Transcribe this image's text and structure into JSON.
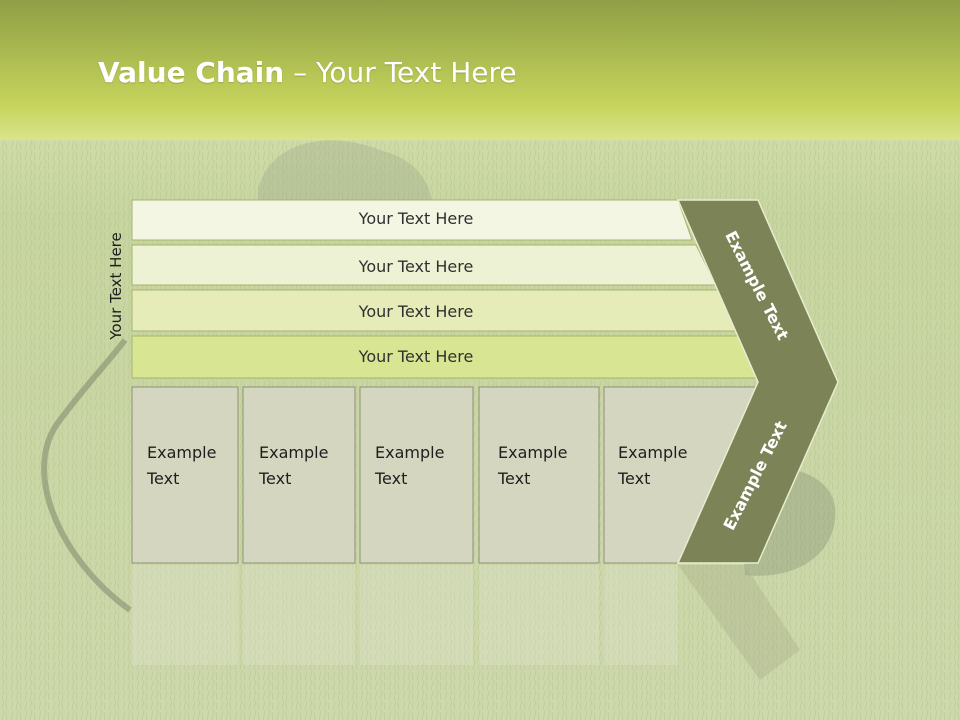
{
  "slide": {
    "title_bold": "Value Chain",
    "title_rest": " – Your Text Here",
    "side_label": "Your Text Here"
  },
  "bars": [
    {
      "label": "Your Text Here"
    },
    {
      "label": "Your Text Here"
    },
    {
      "label": "Your Text Here"
    },
    {
      "label": "Your Text Here"
    }
  ],
  "boxes": [
    {
      "line1": "Example",
      "line2": "Text"
    },
    {
      "line1": "Example",
      "line2": "Text"
    },
    {
      "line1": "Example",
      "line2": "Text"
    },
    {
      "line1": "Example",
      "line2": "Text"
    },
    {
      "line1": "Example",
      "line2": "Text"
    }
  ],
  "chevron": {
    "upper_label": "Example Text",
    "lower_label": "Example Text"
  },
  "colors": {
    "header_top": "#8fa043",
    "header_bottom": "#cfdc6a",
    "grass": "#c9d6a0",
    "chevron": "#7c8457",
    "box_fill": "#d5d6c0",
    "bar_fills": [
      "#f4f6e4",
      "#eef2d4",
      "#e5ecb8",
      "#d8e694"
    ]
  }
}
